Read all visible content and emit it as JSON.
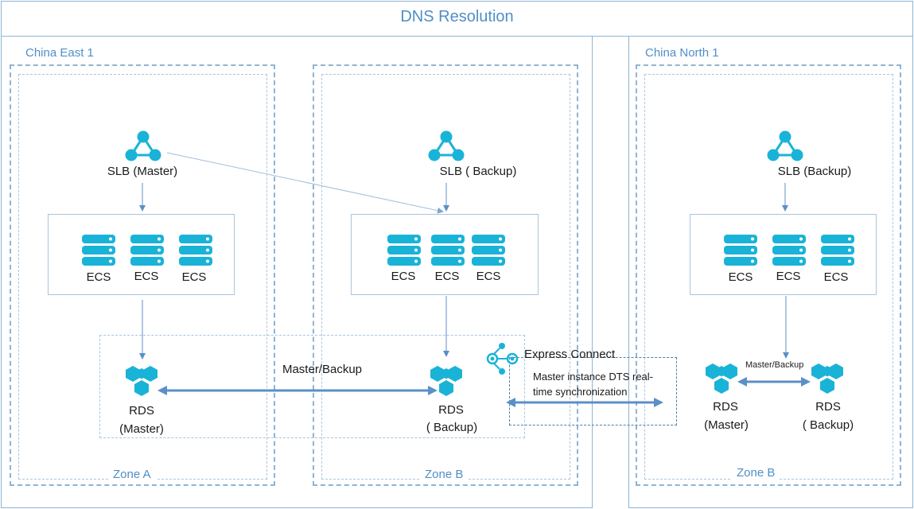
{
  "title": "DNS Resolution",
  "regions": {
    "east": {
      "label": "China East 1"
    },
    "north": {
      "label": "China North 1"
    }
  },
  "zones": {
    "east_a": "Zone A",
    "east_b": "Zone B",
    "north_b": "Zone B"
  },
  "east_a": {
    "slb": "SLB (Master)",
    "ecs": [
      "ECS",
      "ECS",
      "ECS"
    ],
    "rds_line1": "RDS",
    "rds_line2": "(Master)"
  },
  "east_b": {
    "slb": "SLB ( Backup)",
    "ecs": [
      "ECS",
      "ECS",
      "ECS"
    ],
    "rds_line1": "RDS",
    "rds_line2": "( Backup)"
  },
  "north_b": {
    "slb": "SLB (Backup)",
    "ecs": [
      "ECS",
      "ECS",
      "ECS"
    ],
    "rds_master_line1": "RDS",
    "rds_master_line2": "(Master)",
    "rds_backup_line1": "RDS",
    "rds_backup_line2": "( Backup)"
  },
  "links": {
    "east_master_backup": "Master/Backup",
    "north_master_backup": "Master/Backup",
    "express_connect": "Express Connect",
    "dts_line1": "Master instance DTS real-",
    "dts_line2": "time synchronization"
  },
  "icons": {
    "slb": "slb-icon",
    "ecs": "server-icon",
    "rds": "rds-icon",
    "express": "express-connect-icon"
  },
  "colors": {
    "icon": "#1ab3d8",
    "arrow": "#5b8fc7",
    "border": "#8fb4d3",
    "title": "#4f8fc7"
  }
}
